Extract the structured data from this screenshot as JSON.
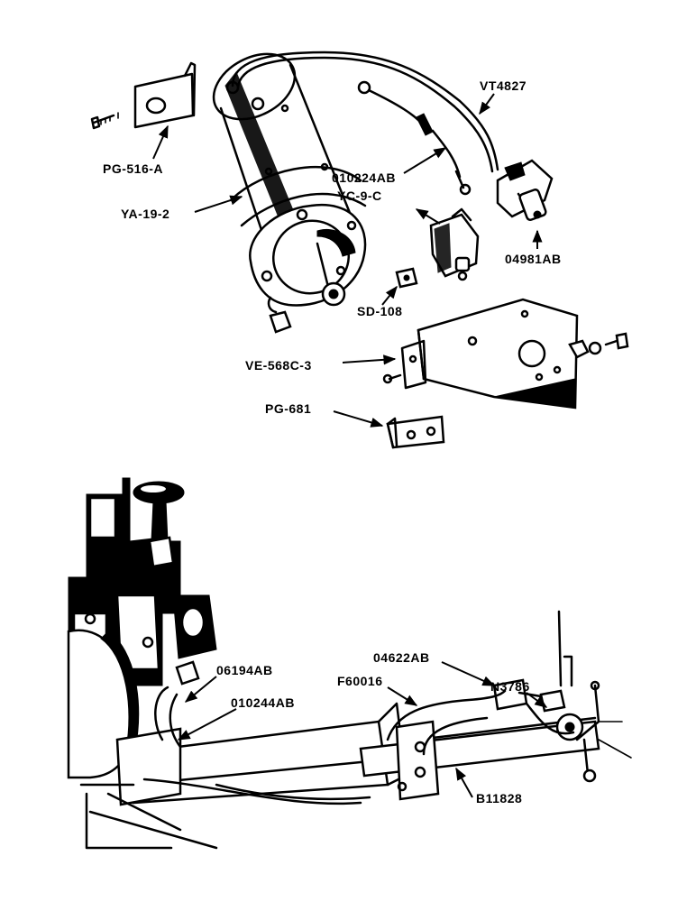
{
  "top_parts": {
    "pg516a": "PG-516-A",
    "ya192": "YA-19-2",
    "vt4827": "VT4827",
    "c010224ab": "010224AB",
    "yc9c": "YC-9-C",
    "c04981ab": "04981AB",
    "sd108": "SD-108",
    "ve568c3": "VE-568C-3",
    "pg681": "PG-681"
  },
  "bottom_parts": {
    "c06194ab": "06194AB",
    "c010244ab": "010244AB",
    "f60016": "F60016",
    "c04622ab": "04622AB",
    "n3786": "N3786",
    "b11828": "B11828"
  }
}
